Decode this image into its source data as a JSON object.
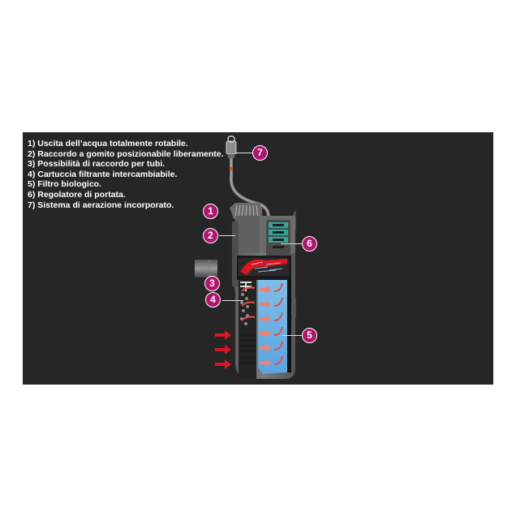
{
  "legend": {
    "items": [
      "1) Uscita dell’acqua totalmente rotabile.",
      "2) Raccordo a gomito posizionabile liberamente.",
      "3) Possibilità di raccordo per tubi.",
      "4) Cartuccia filtrante intercambiabile.",
      "5) Filtro biologico.",
      "6) Regolatore di portata.",
      "7) Sistema di aerazione incorporato."
    ]
  },
  "callouts": [
    {
      "number": "1",
      "label": "water-outlet"
    },
    {
      "number": "2",
      "label": "elbow-connector"
    },
    {
      "number": "3",
      "label": "hose-connector"
    },
    {
      "number": "4",
      "label": "filter-cartridge"
    },
    {
      "number": "5",
      "label": "biological-filter"
    },
    {
      "number": "6",
      "label": "flow-regulator"
    },
    {
      "number": "7",
      "label": "aeration-system"
    }
  ],
  "colors": {
    "background": "#262626",
    "badge": "#b0156f",
    "water": "#6fb3e6",
    "arrow_red": "#e0141e",
    "regulator_teal": "#2fa89a"
  }
}
